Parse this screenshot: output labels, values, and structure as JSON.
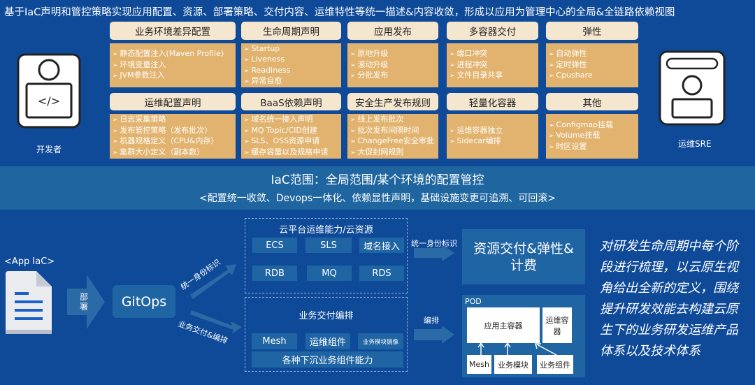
{
  "title": "基于IaC声明和管控策略实现应用配置、资源、部署策略、交付内容、运维特性等统一描述&内容收敛，形成以应用为管理中心的全局&全链路依赖视图",
  "actors": {
    "developer": "开发者",
    "sre": "运维SRE"
  },
  "cards": [
    {
      "title": "业务环境差异配置",
      "items": [
        "静态配置注入(Maven Profile)",
        "环境变量注入",
        "JVM参数注入"
      ]
    },
    {
      "title": "生命周期声明",
      "items": [
        "Startup",
        "Liveness",
        "Readiness",
        "异常自愈"
      ]
    },
    {
      "title": "应用发布",
      "items": [
        "原地升级",
        "滚动升级",
        "分批发布"
      ]
    },
    {
      "title": "多容器交付",
      "items": [
        "端口冲突",
        "进程冲突",
        "文件目录共享"
      ]
    },
    {
      "title": "弹性",
      "items": [
        "自动弹性",
        "定时弹性",
        "Cpushare"
      ]
    },
    {
      "title": "运维配置声明",
      "items": [
        "日志采集策略",
        "发布管控策略（发布批次）",
        "机器规格定义（CPU&内存）",
        "集群大小定义（副本数）"
      ]
    },
    {
      "title": "BaaS依赖声明",
      "items": [
        "域名统一接入声明",
        "MQ Topic/CID创建",
        "SLS、OSS资源申请",
        "缓存容量以及规格申请"
      ]
    },
    {
      "title": "安全生产发布规则",
      "items": [
        "线上发布批次",
        "批次发布间隔时间",
        "ChangeFree安全审批",
        "大促封网规则"
      ]
    },
    {
      "title": "轻量化容器",
      "items": [
        "运维容器独立",
        "Sidecar编排"
      ]
    },
    {
      "title": "其他",
      "items": [
        "Configmap挂载",
        "Volume挂载",
        "时区设置"
      ]
    }
  ],
  "banner": {
    "title": "IaC范围：全局范围/某个环境的配置管控",
    "subtitle": "<配置统一收敛、Devops一体化、依赖显性声明，基础设施变更可追溯、可回滚>"
  },
  "flow": {
    "app_iac": "<App IaC>",
    "deploy": "部署",
    "gitops": "GitOps",
    "arrow_up": "统一身份标识",
    "arrow_down": "业务交付&编排",
    "cloud": {
      "title": "云平台运维能力/云资源",
      "cells": [
        "ECS",
        "SLS",
        "域名接入",
        "RDB",
        "MQ",
        "RDS"
      ]
    },
    "biz": {
      "title": "业务交付编排",
      "cells": [
        "Mesh",
        "运维组件",
        "业务模块镜像"
      ],
      "bottom": "各种下沉业务组件能力"
    },
    "arrow_right1": "统一身份标识",
    "arrow_right2": "编排",
    "resource": "资源交付&弹性&计费",
    "pod": {
      "label": "POD",
      "main": "应用主容器",
      "ops": "运维容器",
      "bottom": [
        "Mesh",
        "业务模块",
        "业务组件"
      ]
    }
  },
  "summary": "对研发生命周期中每个阶段进行梳理，以云原生视角给出全新的定义，围绕提升研发效能去构建云原生下的业务研发运维产品体系以及技术体系",
  "colors": {
    "background": "#0f4a99",
    "card_header": "#f5e6cf",
    "card_body": "#e2b36e",
    "banner": "#1f66a0"
  }
}
